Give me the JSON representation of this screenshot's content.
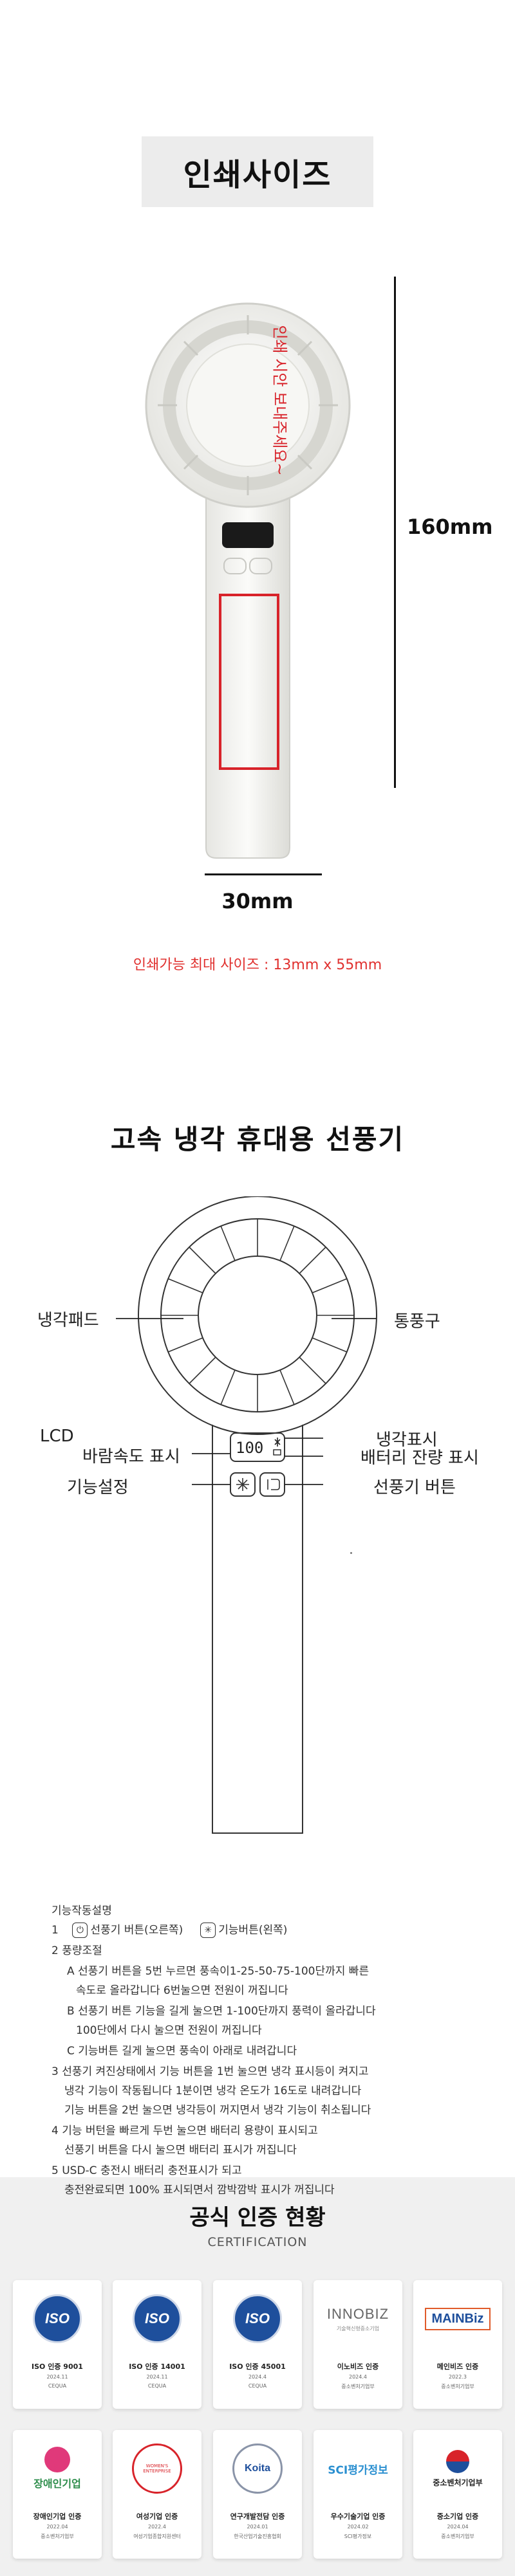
{
  "print_size": {
    "title": "인쇄사이즈",
    "height_label": "160mm",
    "width_label": "30mm",
    "print_text": "인쇄 시안 보내주세요~",
    "max_size_text": "인쇄가능 최대 사이즈 : 13mm x 55mm"
  },
  "diagram": {
    "title": "고속 냉각 휴대용 선풍기",
    "display": "100",
    "labels": {
      "cooling_pad": "냉각패드",
      "vent": "통풍구",
      "lcd": "LCD",
      "wind_speed": "바람속도 표시",
      "cooling_display": "냉각표시",
      "battery": "배터리 잔량 표시",
      "function_set": "기능설정",
      "fan_button": "선풍기 버튼"
    }
  },
  "instructions": {
    "header": "기능작동설명",
    "l1_num": "1",
    "l1_fan": "선풍기 버튼(오른쪽)",
    "l1_func": "기능버튼(왼쪽)",
    "l2": "2  풍량조절",
    "l3": "A 선풍기 버튼을 5번 누르면 풍속이1-25-50-75-100단까지  빠른",
    "l4": "속도로 올라갑니다 6번눌으면 전원이 꺼집니다",
    "l5": "B 선풍기 버튼 기능을 길게 눌으면 1-100단까지 풍력이 올라갑니다",
    "l6": "100단에서 다시 눌으면 전원이 꺼집니다",
    "l7": "C 기능버튼 길게 눌으면 풍속이 아래로  내려갑니다",
    "l8": "3  선풍기 켜진상태에서 기능 버튼을 1번 눌으면 냉각 표시등이 켜지고",
    "l9": "냉각 기능이 작동됩니다  1분이면 냉각 온도가 16도로 내려갑니다",
    "l10": "기능 버튼을 2번 눌으면 냉각등이 꺼지면서 냉각 기능이 취소됩니다",
    "l11": "4 기능 버턴을 빠르게 두번 눌으면 배터리 용량이 표시되고",
    "l12": "선풍기 버튼을 다시 눌으면 배터리 표시가 꺼집니다",
    "l13": "5  USD-C 충전시 배터리 충전표시가 되고",
    "l14": "충전완료되면 100% 표시되면서 깜박깜박 표시가 꺼집니다"
  },
  "certification": {
    "title": "공식 인증 현황",
    "subtitle": "CERTIFICATION",
    "cards": [
      {
        "name": "ISO 인증 9001",
        "date": "2024.11",
        "org": "CEQUA",
        "logo": "ISO"
      },
      {
        "name": "ISO 인증 14001",
        "date": "2024.11",
        "org": "CEQUA",
        "logo": "ISO"
      },
      {
        "name": "ISO 인증 45001",
        "date": "2024.4",
        "org": "CEQUA",
        "logo": "ISO"
      },
      {
        "name": "이노비즈 인증",
        "date": "2024.4",
        "org": "중소벤처기업부",
        "logo": "INNOBIZ",
        "logo_sub": "기술혁신형중소기업"
      },
      {
        "name": "메인비즈 인증",
        "date": "2022.3",
        "org": "중소벤처기업부",
        "logo": "MAINBiz"
      },
      {
        "name": "장애인기업 인증",
        "date": "2022.04",
        "org": "중소벤처기업부",
        "logo": "장애인기업"
      },
      {
        "name": "여성기업 인증",
        "date": "2022.4",
        "org": "여성기업종합지원센터",
        "logo": "WOMEN'S ENTERPRISE"
      },
      {
        "name": "연구개발전담 인증",
        "date": "2024.01",
        "org": "한국산업기술진흥협회",
        "logo": "Koita"
      },
      {
        "name": "우수기술기업 인증",
        "date": "2024.02",
        "org": "SCI평가정보",
        "logo": "SCI평가정보"
      },
      {
        "name": "중소기업 인증",
        "date": "2024.04",
        "org": "중소벤처기업부",
        "logo": "중소벤처기업부"
      }
    ]
  },
  "colors": {
    "accent_red": "#e0302e",
    "print_box_red": "#d8232a",
    "iso_blue": "#1e4f9c"
  }
}
